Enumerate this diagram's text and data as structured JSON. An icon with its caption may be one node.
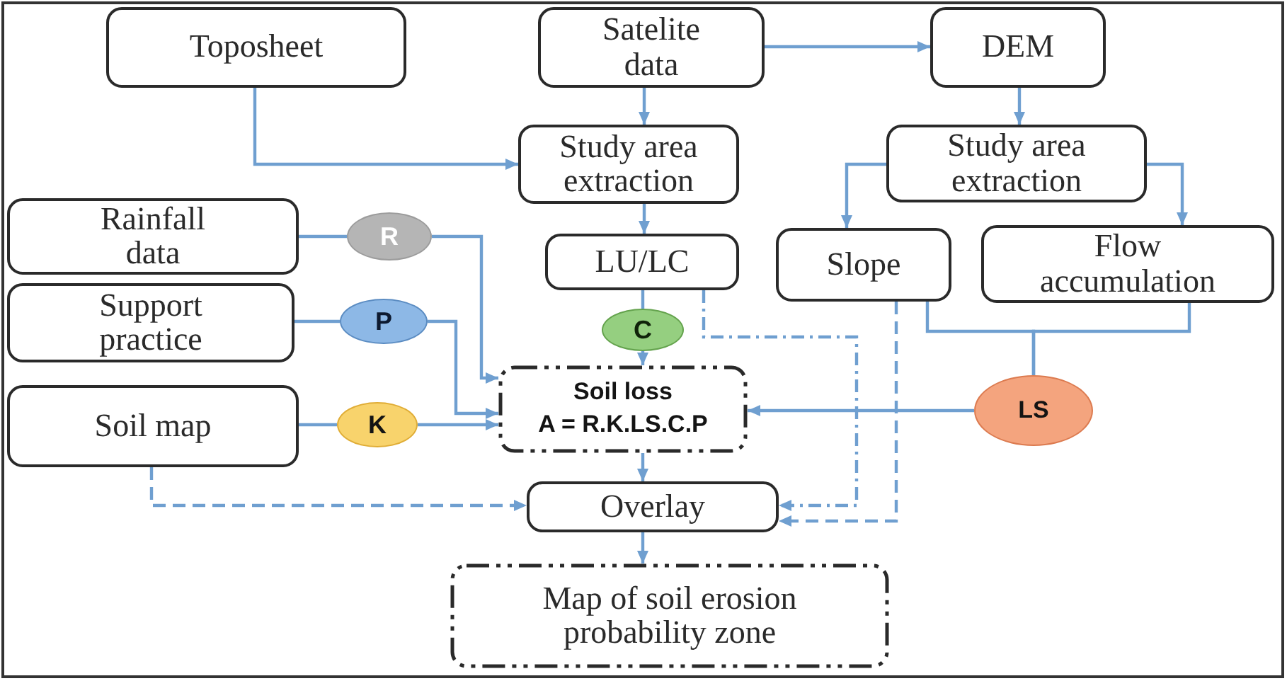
{
  "diagram": {
    "nodes": [
      {
        "text": [
          "Toposheet"
        ]
      },
      {
        "text": [
          "Satelite data"
        ]
      },
      {
        "text": [
          "DEM"
        ]
      },
      {
        "text": [
          "Study area extraction"
        ]
      },
      {
        "text": [
          "Study area extraction"
        ]
      },
      {
        "text": [
          "Rainfall data"
        ]
      },
      {
        "text": [
          "R"
        ]
      },
      {
        "text": [
          "LU/LC"
        ]
      },
      {
        "text": [
          "Slope"
        ]
      },
      {
        "text": [
          "Flow accumulation"
        ]
      },
      {
        "text": [
          "Support practice"
        ]
      },
      {
        "text": [
          "P"
        ]
      },
      {
        "text": [
          "C"
        ]
      },
      {
        "text": [
          "Soil map"
        ]
      },
      {
        "text": [
          "K"
        ]
      },
      {
        "text": [
          "Soil loss",
          "A = R.K.LS.C.P"
        ]
      },
      {
        "text": [
          "LS"
        ]
      },
      {
        "text": [
          "Overlay"
        ]
      },
      {
        "text": [
          "Map of soil erosion probability zone"
        ]
      }
    ],
    "edges": [
      {
        "from": 0,
        "to": 3,
        "arrow": "to"
      },
      {
        "from": 1,
        "to": 3,
        "arrow": "to"
      },
      {
        "from": 1,
        "to": 2,
        "arrow": "to"
      },
      {
        "from": 2,
        "to": 4,
        "arrow": "to"
      },
      {
        "from": 3,
        "to": 7,
        "arrow": "to"
      },
      {
        "from": 4,
        "to": 8,
        "arrow": "to"
      },
      {
        "from": 4,
        "to": 9,
        "arrow": "to"
      },
      {
        "from": 5,
        "to": 6,
        "arrow": "none"
      },
      {
        "from": 6,
        "to": 15,
        "arrow": "to"
      },
      {
        "from": 10,
        "to": 11,
        "arrow": "none"
      },
      {
        "from": 11,
        "to": 15,
        "arrow": "to"
      },
      {
        "from": 7,
        "to": 12,
        "arrow": "none"
      },
      {
        "from": 12,
        "to": 15,
        "arrow": "to"
      },
      {
        "from": 13,
        "to": 14,
        "arrow": "none"
      },
      {
        "from": 14,
        "to": 15,
        "arrow": "to"
      },
      {
        "from": 8,
        "to": 16,
        "arrow": "none"
      },
      {
        "from": 9,
        "to": 16,
        "arrow": "none"
      },
      {
        "from": 16,
        "to": 15,
        "arrow": "to"
      },
      {
        "from": 7,
        "to": 17,
        "arrow": "to",
        "style": "dashed"
      },
      {
        "from": 8,
        "to": 17,
        "arrow": "to",
        "style": "dashed"
      },
      {
        "from": 15,
        "to": 17,
        "arrow": "to"
      },
      {
        "from": 13,
        "to": 17,
        "arrow": "to",
        "style": "dashed"
      },
      {
        "from": 17,
        "to": 18,
        "arrow": "to"
      }
    ]
  }
}
